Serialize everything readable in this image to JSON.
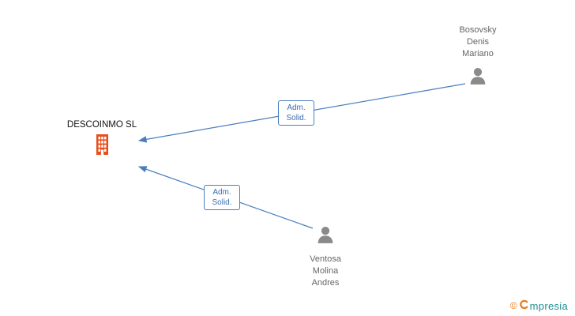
{
  "company": {
    "name": "DESCOINMO SL"
  },
  "persons": [
    {
      "line1": "Bosovsky",
      "line2": "Denis",
      "line3": "Mariano"
    },
    {
      "line1": "Ventosa",
      "line2": "Molina",
      "line3": "Andres"
    }
  ],
  "relations": [
    {
      "line1": "Adm.",
      "line2": "Solid."
    },
    {
      "line1": "Adm.",
      "line2": "Solid."
    }
  ],
  "colors": {
    "edge": "#4a7dc0",
    "edge_label_text": "#3a6db0",
    "building": "#e84e1b",
    "person_icon": "#8a8a8a",
    "person_text": "#666666",
    "company_text": "#111111",
    "brand_orange": "#e87a1e",
    "brand_teal": "#1f8f8f"
  },
  "footer": {
    "copyright": "©",
    "brand": "mpresia"
  }
}
